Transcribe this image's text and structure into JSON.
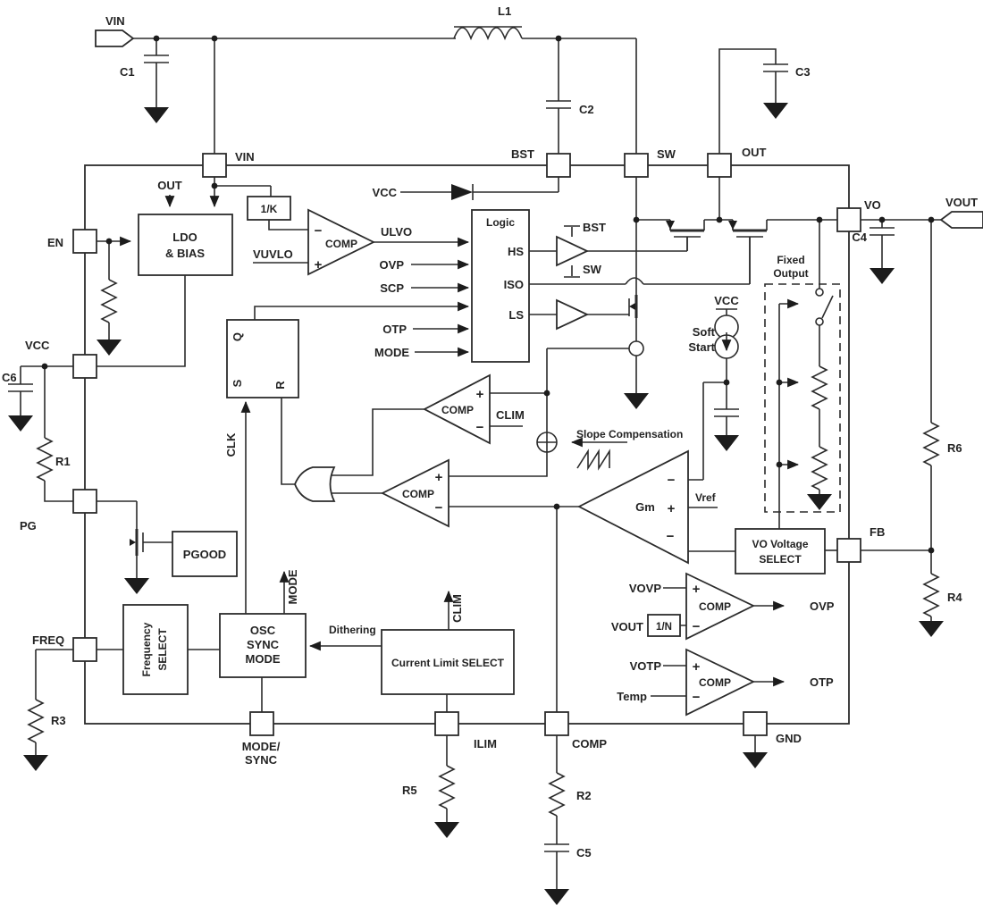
{
  "colors": {
    "line": "#2b2b2b",
    "background": "#ffffff",
    "text": "#232323"
  },
  "terminals": {
    "vin": "VIN",
    "vout": "VOUT"
  },
  "pins": {
    "vin": "VIN",
    "bst": "BST",
    "sw": "SW",
    "out": "OUT",
    "en": "EN",
    "vcc": "VCC",
    "pg": "PG",
    "freq": "FREQ",
    "vo": "VO",
    "fb": "FB",
    "mode_sync_line1": "MODE/",
    "mode_sync_line2": "SYNC",
    "ilim": "ILIM",
    "comp": "COMP",
    "gnd": "GND"
  },
  "components": {
    "c1": "C1",
    "c2": "C2",
    "c3": "C3",
    "c4": "C4",
    "c5": "C5",
    "c6": "C6",
    "l1": "L1",
    "r1": "R1",
    "r2": "R2",
    "r3": "R3",
    "r4": "R4",
    "r5": "R5",
    "r6": "R6"
  },
  "blocks": {
    "ldo_line1": "LDO",
    "ldo_line2": "& BIAS",
    "one_over_k": "1/K",
    "logic": "Logic",
    "pgood": "PGOOD",
    "freq_select_line1": "Frequency",
    "freq_select_line2": "SELECT",
    "osc_line1": "OSC",
    "osc_line2": "SYNC",
    "osc_line3": "MODE",
    "current_limit_select": "Current Limit SELECT",
    "vo_voltage_select_line1": "VO Voltage",
    "vo_voltage_select_line2": "SELECT",
    "one_over_n": "1/N",
    "fixed_output_line1": "Fixed",
    "fixed_output_line2": "Output",
    "comp": "COMP",
    "gm": "Gm"
  },
  "signals": {
    "out": "OUT",
    "vuvlo": "VUVLO",
    "ulvo": "ULVO",
    "ovp": "OVP",
    "scp": "SCP",
    "otp": "OTP",
    "mode": "MODE",
    "hs": "HS",
    "iso": "ISO",
    "ls": "LS",
    "bst_rail": "BST",
    "sw_rail": "SW",
    "vcc_rail": "VCC",
    "q": "Q",
    "s": "S",
    "r": "R",
    "clk": "CLK",
    "clim": "CLIM",
    "dithering": "Dithering",
    "slope_compensation": "Slope Compensation",
    "soft_start_line1": "Soft",
    "soft_start_line2": "Start",
    "vcc_soft_start": "VCC",
    "vref": "Vref",
    "vovp": "VOVP",
    "vout_sense": "VOUT",
    "ovp_out": "OVP",
    "votp": "VOTP",
    "temp": "Temp",
    "otp_out": "OTP"
  },
  "signs": {
    "plus": "+",
    "minus": "−"
  }
}
